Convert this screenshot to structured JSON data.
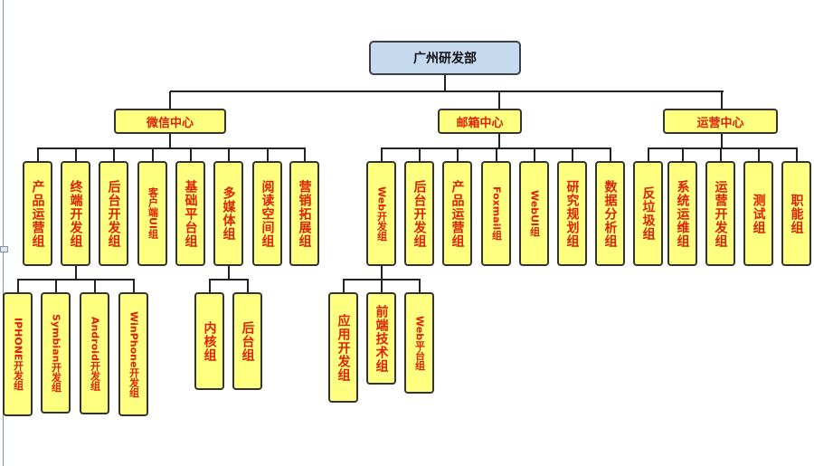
{
  "title": "广州研发部",
  "colors": {
    "root_fill": "#c5d9ef",
    "node_fill": "#ffff80",
    "node_border": "#333333",
    "node_text": "#e02000",
    "connector": "#222222"
  },
  "root": {
    "label": "广州研发部"
  },
  "centers": [
    {
      "label": "微信中心",
      "groups": [
        {
          "label": "产品运营组"
        },
        {
          "label": "终端开发组",
          "children": [
            {
              "label": "IPHONE开发组"
            },
            {
              "label": "Symbian开发组"
            },
            {
              "label": "Android开发组"
            },
            {
              "label": "WinPhone开发组"
            }
          ]
        },
        {
          "label": "后台开发组"
        },
        {
          "label": "客户端UI组"
        },
        {
          "label": "基础平台组"
        },
        {
          "label": "多媒体组",
          "children": [
            {
              "label": "内核组"
            },
            {
              "label": "后台组"
            }
          ]
        },
        {
          "label": "阅读空间组"
        },
        {
          "label": "营销拓展组"
        }
      ]
    },
    {
      "label": "邮箱中心",
      "groups": [
        {
          "label": "Web开发组",
          "children": [
            {
              "label": "应用开发组"
            },
            {
              "label": "前端技术组"
            },
            {
              "label": "Web平台组"
            }
          ]
        },
        {
          "label": "后台开发组"
        },
        {
          "label": "产品运营组"
        },
        {
          "label": "Foxmail组"
        },
        {
          "label": "WebUI组"
        },
        {
          "label": "研究规划组"
        },
        {
          "label": "数据分析组"
        }
      ]
    },
    {
      "label": "运营中心",
      "groups": [
        {
          "label": "反垃圾组"
        },
        {
          "label": "系统运维组"
        },
        {
          "label": "运营开发组"
        },
        {
          "label": "测试组"
        },
        {
          "label": "职能组"
        }
      ]
    }
  ]
}
